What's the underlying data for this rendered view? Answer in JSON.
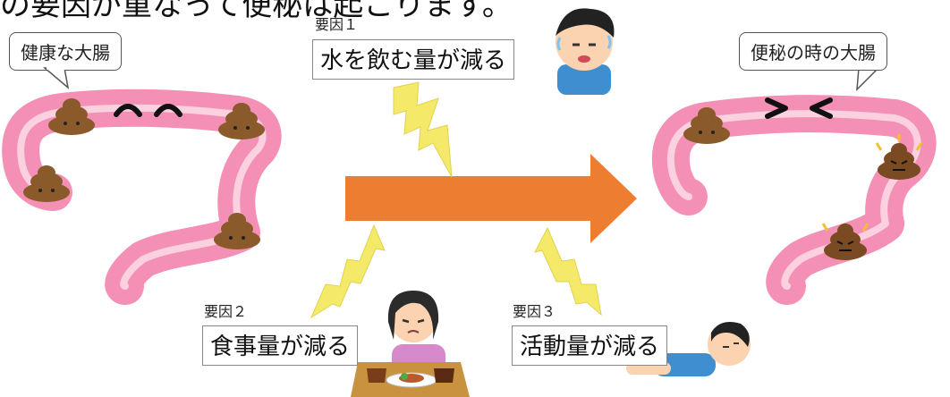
{
  "header": {
    "text": "の要因が重なって便秘は起こります。"
  },
  "left": {
    "label": "健康な大腸"
  },
  "right": {
    "label": "便秘の時の大腸"
  },
  "factors": [
    {
      "tag": "要因１",
      "text": "水を飲む量が減る"
    },
    {
      "tag": "要因２",
      "text": "食事量が減る"
    },
    {
      "tag": "要因３",
      "text": "活動量が減る"
    }
  ],
  "colors": {
    "arrow": "#ED7D31",
    "intestine": "#F48FB5",
    "lightning": "#F5E96A",
    "poop": "#8B5A2B"
  },
  "icons": [
    "healthy-intestine",
    "constipated-intestine",
    "big-right-arrow",
    "lightning-bolt",
    "thirsty-boy",
    "tired-girl-with-meal",
    "lying-boy"
  ]
}
